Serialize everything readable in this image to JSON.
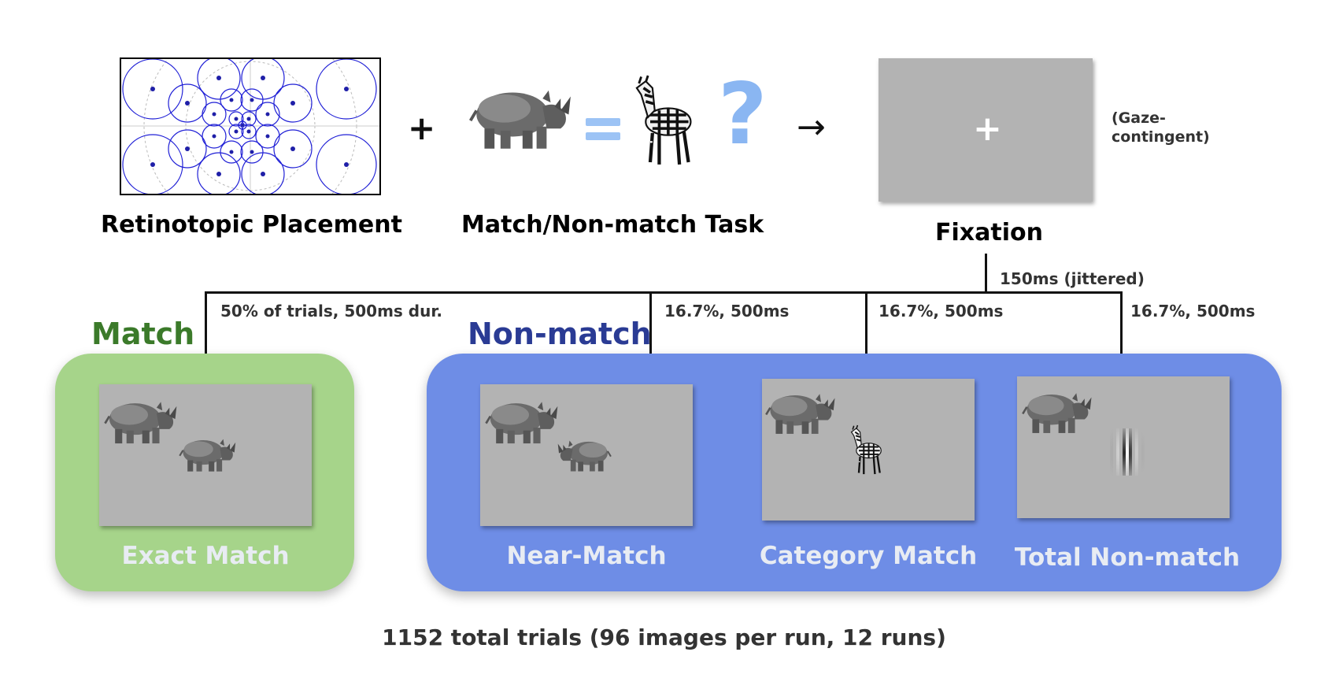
{
  "top": {
    "placement_label": "Retinotopic Placement",
    "task_label": "Match/Non-match Task",
    "fixation_label": "Fixation",
    "plus_symbol": "+",
    "equals_symbol": "=",
    "question_symbol": "?",
    "arrow_symbol": "→",
    "fixation_cross": "+",
    "gaze_note": "(Gaze-\ncontingent)"
  },
  "timeline": {
    "delay_label": "150ms (jittered)",
    "branches": [
      {
        "label": "50% of trials, 500ms dur."
      },
      {
        "label": "16.7%, 500ms"
      },
      {
        "label": "16.7%, 500ms"
      },
      {
        "label": "16.7%, 500ms"
      }
    ]
  },
  "groups": {
    "match_heading": "Match",
    "nonmatch_heading": "Non-match",
    "match_color": "#3b7a2a",
    "nonmatch_color": "#2a3b94"
  },
  "conditions": [
    {
      "label": "Exact Match"
    },
    {
      "label": "Near-Match"
    },
    {
      "label": "Category Match"
    },
    {
      "label": "Total Non-match"
    }
  ],
  "footer": "1152 total trials (96 images per run, 12 runs)",
  "colors": {
    "grid_circle": "#1f1fd6",
    "grid_dot": "#1f1fa8",
    "equals_sign": "#9cc3f5",
    "question_mark": "#8ab6f2",
    "screen_gray": "#b3b3b3"
  }
}
